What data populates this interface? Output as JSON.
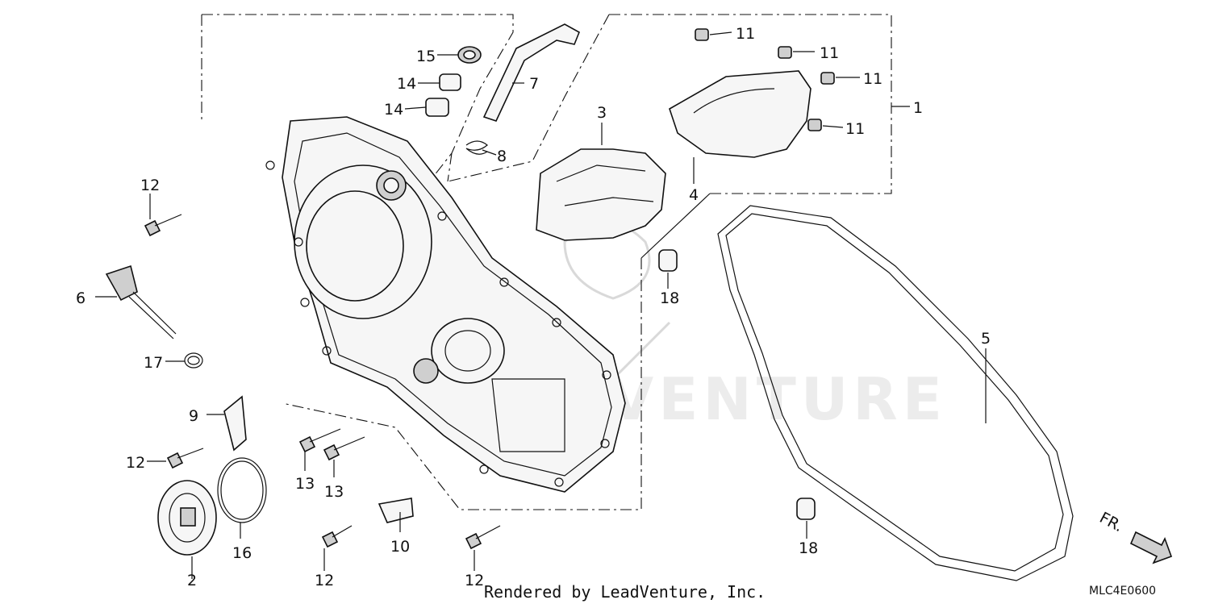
{
  "diagram": {
    "callouts": {
      "c1": "1",
      "c2": "2",
      "c3": "3",
      "c4": "4",
      "c5": "5",
      "c6": "6",
      "c7": "7",
      "c8": "8",
      "c9": "9",
      "c10": "10",
      "c11a": "11",
      "c11b": "11",
      "c11c": "11",
      "c11d": "11",
      "c12a": "12",
      "c12b": "12",
      "c12c": "12",
      "c12d": "12",
      "c13a": "13",
      "c13b": "13",
      "c14a": "14",
      "c14b": "14",
      "c15": "15",
      "c16": "16",
      "c17": "17",
      "c18a": "18",
      "c18b": "18"
    },
    "direction_label": "FR.",
    "watermark_text": "LEADVENTURE",
    "diagram_code": "MLC4E0600",
    "credit": "Rendered by LeadVenture, Inc."
  }
}
